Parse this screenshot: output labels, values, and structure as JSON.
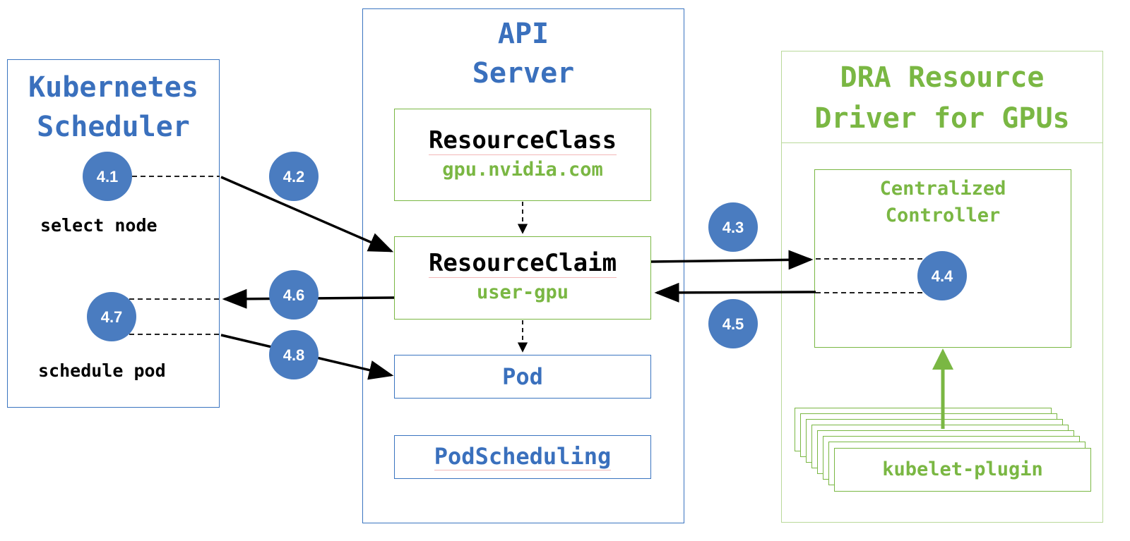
{
  "scheduler": {
    "title_line1": "Kubernetes",
    "title_line2": "Scheduler",
    "select_node": "select node",
    "schedule_pod": "schedule pod"
  },
  "api_server": {
    "title_line1": "API",
    "title_line2": "Server",
    "resource_class": {
      "name": "ResourceClass",
      "value": "gpu.nvidia.com"
    },
    "resource_claim": {
      "name": "ResourceClaim",
      "value": "user-gpu"
    },
    "pod": "Pod",
    "pod_scheduling": "PodScheduling"
  },
  "driver": {
    "title_line1": "DRA Resource",
    "title_line2": "Driver for GPUs",
    "controller_line1": "Centralized",
    "controller_line2": "Controller",
    "kubelet_plugin": "kubelet-plugin"
  },
  "steps": {
    "s41": "4.1",
    "s42": "4.2",
    "s43": "4.3",
    "s44": "4.4",
    "s45": "4.5",
    "s46": "4.6",
    "s47": "4.7",
    "s48": "4.8"
  },
  "colors": {
    "blue": "#3a70bd",
    "green": "#7ab743",
    "circle": "#4a7cc0"
  }
}
